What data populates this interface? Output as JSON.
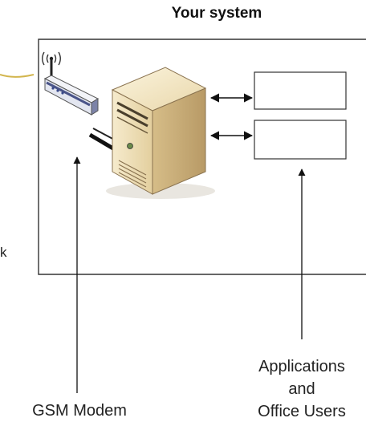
{
  "diagram": {
    "title": "Your system",
    "partial_left_label": "k",
    "modem_label": "GSM Modem",
    "apps_label_lines": [
      "Applications",
      "and",
      "Office Users"
    ]
  },
  "colors": {
    "server_body": "#efe1bf",
    "server_shadow": "#c9b184",
    "modem_body": "#e8eaf2",
    "modem_side": "#7c83a8",
    "line": "#222222"
  }
}
